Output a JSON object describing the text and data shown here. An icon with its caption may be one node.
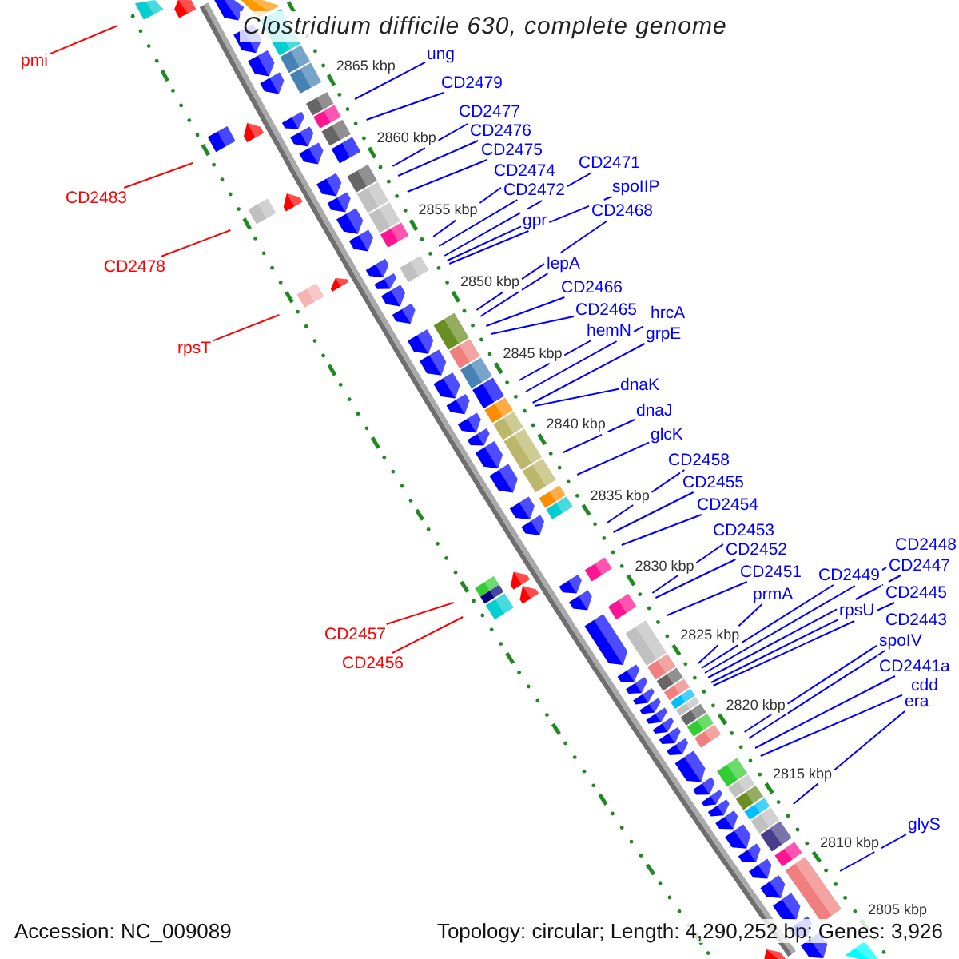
{
  "diagram": {
    "title": "Clostridium difficile 630, complete genome",
    "nodes": [
      {
        "text": [
          "pmi"
        ]
      },
      {
        "text": [
          "ung"
        ]
      },
      {
        "text": [
          "CD2479"
        ]
      },
      {
        "text": [
          "CD2477"
        ]
      },
      {
        "text": [
          "CD2476"
        ]
      },
      {
        "text": [
          "CD2475"
        ]
      },
      {
        "text": [
          "CD2471"
        ]
      },
      {
        "text": [
          "CD2474"
        ]
      },
      {
        "text": [
          "spoIIP"
        ]
      },
      {
        "text": [
          "CD2472"
        ]
      },
      {
        "text": [
          "CD2483"
        ]
      },
      {
        "text": [
          "CD2468"
        ]
      },
      {
        "text": [
          "gpr"
        ]
      },
      {
        "text": [
          "CD2478"
        ]
      },
      {
        "text": [
          "lepA"
        ]
      },
      {
        "text": [
          "CD2466"
        ]
      },
      {
        "text": [
          "CD2465"
        ]
      },
      {
        "text": [
          "hrcA"
        ]
      },
      {
        "text": [
          "hemN"
        ]
      },
      {
        "text": [
          "grpE"
        ]
      },
      {
        "text": [
          "rpsT"
        ]
      },
      {
        "text": [
          "dnaK"
        ]
      },
      {
        "text": [
          "dnaJ"
        ]
      },
      {
        "text": [
          "glcK"
        ]
      },
      {
        "text": [
          "CD2458"
        ]
      },
      {
        "text": [
          "CD2455"
        ]
      },
      {
        "text": [
          "CD2454"
        ]
      },
      {
        "text": [
          "CD2453"
        ]
      },
      {
        "text": [
          "CD2448"
        ]
      },
      {
        "text": [
          "CD2452"
        ]
      },
      {
        "text": [
          "CD2447"
        ]
      },
      {
        "text": [
          "CD2451"
        ]
      },
      {
        "text": [
          "CD2449"
        ]
      },
      {
        "text": [
          "CD2445"
        ]
      },
      {
        "text": [
          "prmA"
        ]
      },
      {
        "text": [
          "rpsU"
        ]
      },
      {
        "text": [
          "CD2443"
        ]
      },
      {
        "text": [
          "CD2457"
        ]
      },
      {
        "text": [
          "spoIV"
        ]
      },
      {
        "text": [
          "CD2456"
        ]
      },
      {
        "text": [
          "CD2441a"
        ]
      },
      {
        "text": [
          "cdd"
        ]
      },
      {
        "text": [
          "era"
        ]
      },
      {
        "text": [
          "glyS"
        ]
      }
    ],
    "edges": [
      {
        "from": 0,
        "to": null,
        "arrow": "none",
        "color": "#ff0000"
      },
      {
        "from": 1,
        "to": null,
        "arrow": "none"
      },
      {
        "from": 2,
        "to": null,
        "arrow": "none"
      },
      {
        "from": 3,
        "to": null,
        "arrow": "none"
      },
      {
        "from": 4,
        "to": null,
        "arrow": "none"
      },
      {
        "from": 5,
        "to": null,
        "arrow": "none"
      },
      {
        "from": 6,
        "to": null,
        "arrow": "none"
      },
      {
        "from": 7,
        "to": null,
        "arrow": "none"
      },
      {
        "from": 8,
        "to": null,
        "arrow": "none"
      },
      {
        "from": 9,
        "to": null,
        "arrow": "none"
      },
      {
        "from": 10,
        "to": null,
        "arrow": "none",
        "color": "#ff0000"
      },
      {
        "from": 11,
        "to": null,
        "arrow": "none"
      },
      {
        "from": 12,
        "to": null,
        "arrow": "none"
      },
      {
        "from": 13,
        "to": null,
        "arrow": "none",
        "color": "#ff0000"
      },
      {
        "from": 14,
        "to": null,
        "arrow": "none"
      },
      {
        "from": 15,
        "to": null,
        "arrow": "none"
      },
      {
        "from": 16,
        "to": null,
        "arrow": "none"
      },
      {
        "from": 17,
        "to": null,
        "arrow": "none"
      },
      {
        "from": 18,
        "to": null,
        "arrow": "none"
      },
      {
        "from": 19,
        "to": null,
        "arrow": "none"
      },
      {
        "from": 20,
        "to": null,
        "arrow": "none",
        "color": "#ff0000"
      },
      {
        "from": 21,
        "to": null,
        "arrow": "none"
      },
      {
        "from": 22,
        "to": null,
        "arrow": "none"
      },
      {
        "from": 23,
        "to": null,
        "arrow": "none"
      },
      {
        "from": 24,
        "to": null,
        "arrow": "none"
      },
      {
        "from": 25,
        "to": null,
        "arrow": "none"
      },
      {
        "from": 26,
        "to": null,
        "arrow": "none"
      },
      {
        "from": 27,
        "to": null,
        "arrow": "none"
      },
      {
        "from": 28,
        "to": null,
        "arrow": "none"
      },
      {
        "from": 29,
        "to": null,
        "arrow": "none"
      },
      {
        "from": 30,
        "to": null,
        "arrow": "none"
      },
      {
        "from": 31,
        "to": null,
        "arrow": "none"
      },
      {
        "from": 32,
        "to": null,
        "arrow": "none"
      },
      {
        "from": 33,
        "to": null,
        "arrow": "none"
      },
      {
        "from": 34,
        "to": null,
        "arrow": "none"
      },
      {
        "from": 35,
        "to": null,
        "arrow": "none"
      },
      {
        "from": 36,
        "to": null,
        "arrow": "none"
      },
      {
        "from": 37,
        "to": null,
        "arrow": "none",
        "color": "#ff0000"
      },
      {
        "from": 38,
        "to": null,
        "arrow": "none"
      },
      {
        "from": 39,
        "to": null,
        "arrow": "none",
        "color": "#ff0000"
      },
      {
        "from": 40,
        "to": null,
        "arrow": "none"
      },
      {
        "from": 41,
        "to": null,
        "arrow": "none"
      },
      {
        "from": 42,
        "to": null,
        "arrow": "none"
      },
      {
        "from": 43,
        "to": null,
        "arrow": "none"
      }
    ],
    "labels": [
      "2865 kbp",
      "2860 kbp",
      "2855 kbp",
      "2850 kbp",
      "2845 kbp",
      "2840 kbp",
      "2835 kbp",
      "2830 kbp",
      "2825 kbp",
      "2820 kbp",
      "2815 kbp",
      "2810 kbp",
      "2805 kbp",
      "Accession: NC_009089",
      "Topology: circular; Length: 4,290,252 bp; Genes: 3,926"
    ]
  }
}
